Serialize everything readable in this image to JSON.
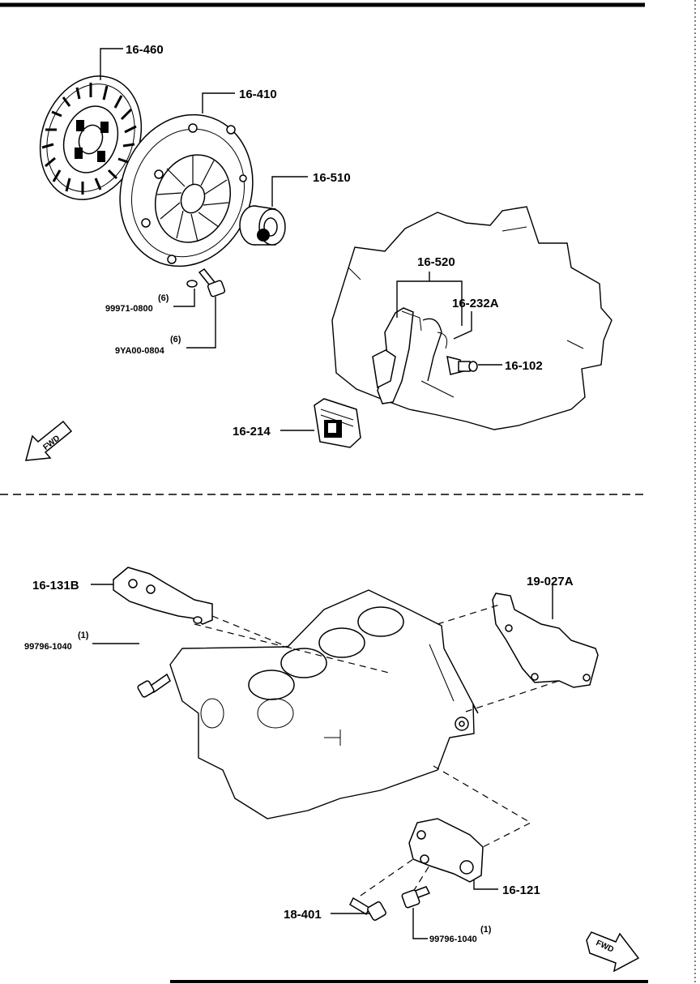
{
  "callouts": {
    "clutch_disc": "16-460",
    "clutch_cover": "16-410",
    "release_bearing": "16-510",
    "release_fork": "16-520",
    "fork_spring": "16-232A",
    "pivot": "16-102",
    "boot": "16-214",
    "washer_qty": "(6)",
    "washer": "99971-0800",
    "cover_bolt_qty": "(6)",
    "cover_bolt": "9YA00-0804",
    "bracket_left": "16-131B",
    "bracket_right": "19-027A",
    "bolt_left_qty": "(1)",
    "bolt_left": "99796-1040",
    "mount_lower": "16-121",
    "bolt_lower": "18-401",
    "bolt_lower2_qty": "(1)",
    "bolt_lower2": "99796-1040"
  },
  "arrows": {
    "fwd_top": "FWD",
    "fwd_bottom": "FWD"
  }
}
